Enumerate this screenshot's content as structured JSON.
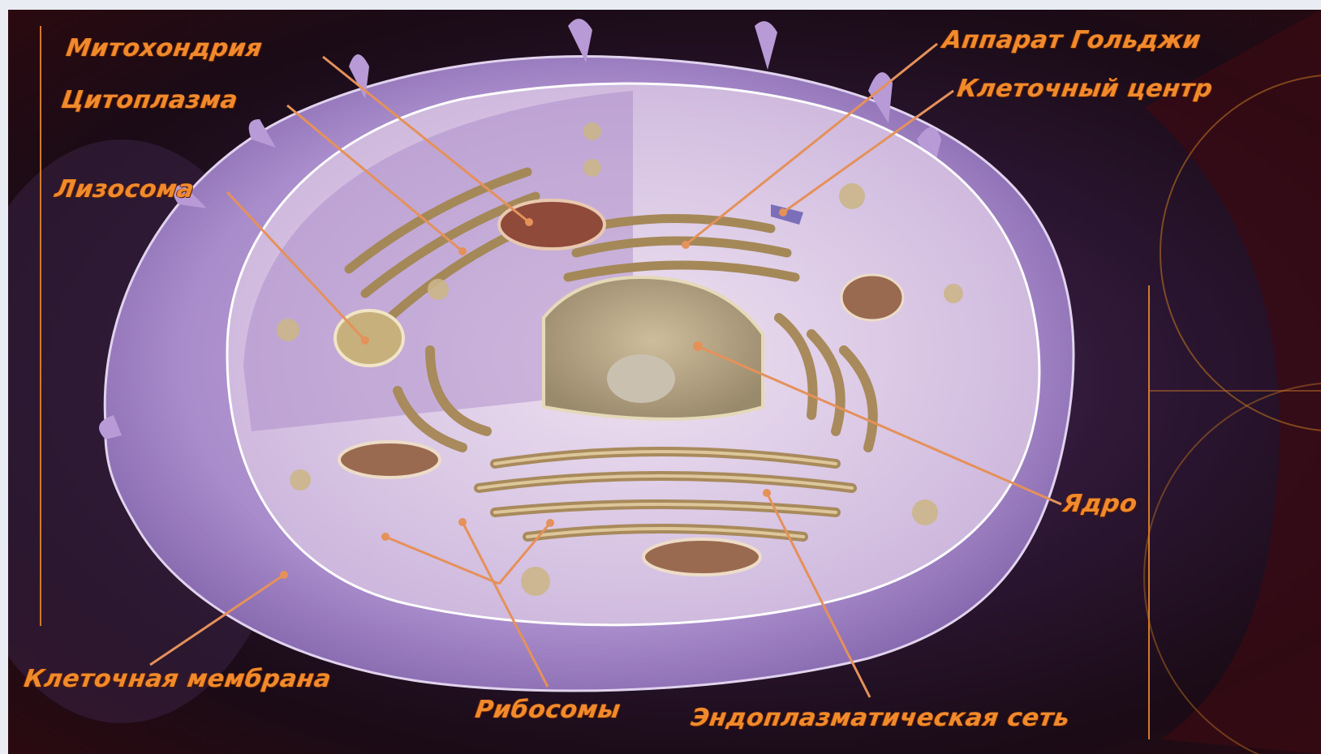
{
  "diagram": {
    "labels": {
      "mitochondria": "Митохондрия",
      "cytoplasm": "Цитоплазма",
      "lysosome": "Лизосома",
      "golgi": "Аппарат Гольджи",
      "cell_center": "Клеточный центр",
      "nucleus": "Ядро",
      "membrane": "Клеточная мембрана",
      "ribosomes": "Рибосомы",
      "er": "Эндоплазматическая сеть"
    },
    "colors": {
      "label_text": "#f08a2c",
      "leader_line": "#e5915a",
      "membrane": "#b69ad2",
      "cytoplasm_light": "#e6d6ee",
      "nucleus": "#bfae8f",
      "organelle": "#c7a877",
      "background": "#2a1530"
    }
  }
}
